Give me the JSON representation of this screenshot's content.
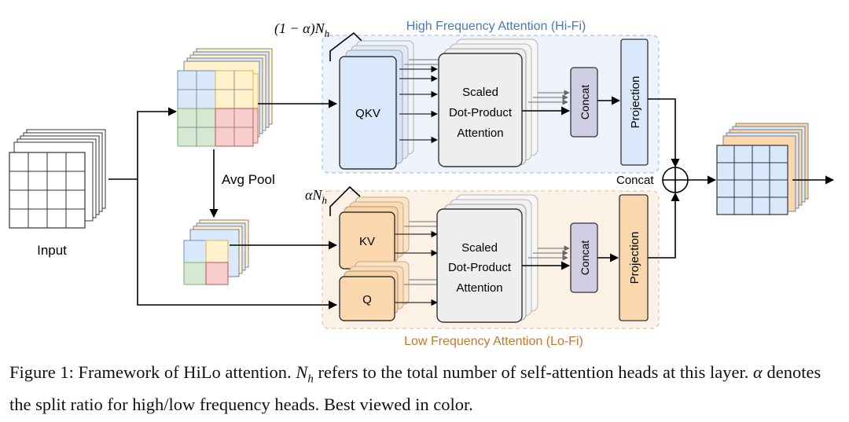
{
  "diagram": {
    "hifi_title": "High Frequency Attention (Hi-Fi)",
    "lofi_title": "Low Frequency Attention (Lo-Fi)",
    "hifi_heads_label": "(1 − α)N",
    "hifi_heads_sub": "h",
    "lofi_heads_label": "αN",
    "lofi_heads_sub": "h",
    "input_label": "Input",
    "avg_pool_label": "Avg Pool",
    "qkv_label": "QKV",
    "kv_label": "KV",
    "q_label": "Q",
    "sdpa_line1": "Scaled",
    "sdpa_line2": "Dot-Product",
    "sdpa_line3": "Attention",
    "concat_box_label": "Concat",
    "projection_label": "Projection",
    "concat_label": "Concat",
    "plus_icon": "circle-plus-icon"
  },
  "caption": {
    "prefix": "Figure 1: Framework of HiLo attention.",
    "n_var": "N",
    "n_sub": "h",
    "part1": " refers to the total number of self-attention heads at this layer.",
    "alpha": "α",
    "part2": " denotes the split ratio for high/low frequency heads. Best viewed in color."
  },
  "colors": {
    "hifi_region": "#eef3fb",
    "lofi_region": "#fcf1e7",
    "blue": "#dae8fc",
    "blue_stroke": "#6c8ebf",
    "orange": "#fad7ac",
    "orange_stroke": "#b46504",
    "yellow": "#fff2cc",
    "red": "#f8cecc",
    "green": "#d5e8d4",
    "grey": "#f2f2f2",
    "purple": "#d0cee2",
    "hifi_title_color": "#4a7ab5",
    "lofi_title_color": "#c47a2c"
  }
}
